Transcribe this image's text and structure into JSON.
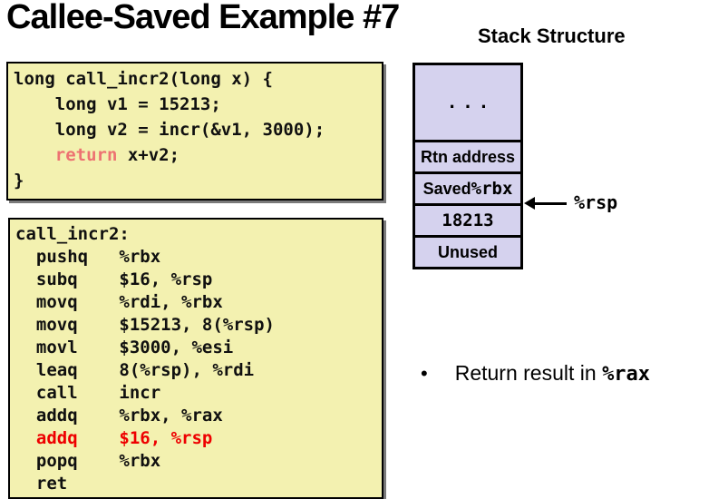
{
  "title": "Callee-Saved Example #7",
  "colors": {
    "code_box_bg": "#F3F1B0",
    "stack_cell_bg": "#D5D2EE",
    "keyword_salmon": "#ED7272",
    "highlight_red": "#EE0000"
  },
  "c_code": {
    "lines": [
      [
        {
          "t": "long call_incr2(long x) {"
        }
      ],
      [
        {
          "t": "    long v1 = 15213;"
        }
      ],
      [
        {
          "t": "    long v2 = incr(&v1, 3000);"
        }
      ],
      [
        {
          "t": "    "
        },
        {
          "t": "return",
          "c": "salmon"
        },
        {
          "t": " x+v2;"
        }
      ],
      [
        {
          "t": "}"
        }
      ]
    ]
  },
  "asm_code": {
    "lines": [
      [
        {
          "t": "call_incr2:"
        }
      ],
      [
        {
          "t": "  pushq   %rbx"
        }
      ],
      [
        {
          "t": "  subq    $16, %rsp"
        }
      ],
      [
        {
          "t": "  movq    %rdi, %rbx"
        }
      ],
      [
        {
          "t": "  movq    $15213, 8(%rsp)"
        }
      ],
      [
        {
          "t": "  movl    $3000, %esi"
        }
      ],
      [
        {
          "t": "  leaq    8(%rsp), %rdi"
        }
      ],
      [
        {
          "t": "  call    incr"
        }
      ],
      [
        {
          "t": "  addq    %rbx, %rax"
        }
      ],
      [
        {
          "t": "  addq    $16, %rsp",
          "c": "red"
        }
      ],
      [
        {
          "t": "  popq    %rbx"
        }
      ],
      [
        {
          "t": "  ret"
        }
      ]
    ]
  },
  "stack": {
    "title": "Stack Structure",
    "cells": [
      {
        "variant": "dots",
        "parts": [
          {
            "t": "...",
            "f": "mono"
          }
        ]
      },
      {
        "parts": [
          {
            "t": "Rtn address",
            "f": "sans"
          }
        ]
      },
      {
        "parts": [
          {
            "t": "Saved ",
            "f": "sans"
          },
          {
            "t": "%rbx",
            "f": "mono"
          }
        ]
      },
      {
        "parts": [
          {
            "t": "18213",
            "f": "mono"
          }
        ]
      },
      {
        "parts": [
          {
            "t": "Unused",
            "f": "sans"
          }
        ]
      }
    ],
    "pointer_label": "%rsp"
  },
  "bullet": {
    "marker": "•",
    "text": "Return result in ",
    "register": "%rax"
  }
}
